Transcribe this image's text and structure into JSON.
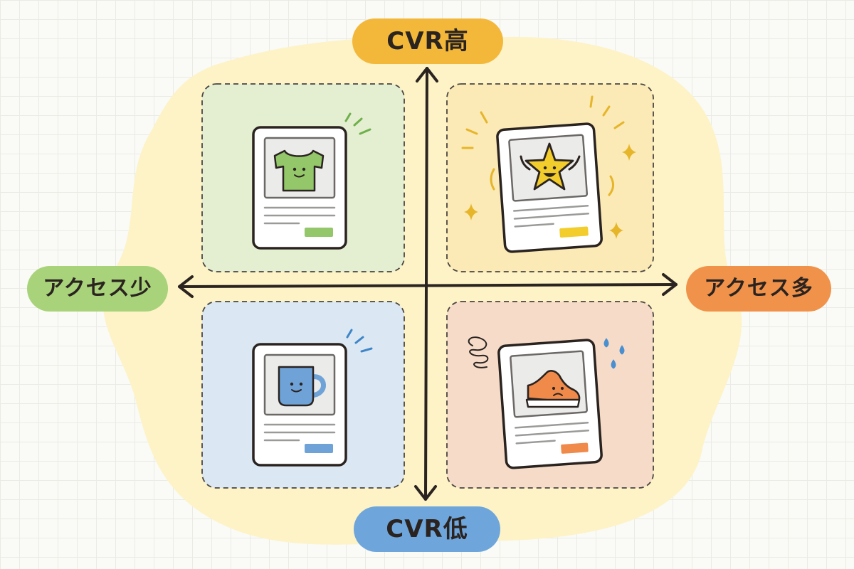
{
  "axes": {
    "top": {
      "label": "CVR高",
      "color": "#f3b83a"
    },
    "bottom": {
      "label": "CVR低",
      "color": "#6ea6dc"
    },
    "left": {
      "label": "アクセス少",
      "color": "#a8d37a"
    },
    "right": {
      "label": "アクセス多",
      "color": "#f0924a"
    }
  },
  "quadrants": [
    {
      "key": "top-left",
      "product": "t-shirt",
      "mood": "smile",
      "fill": "#e4efd2",
      "image_color": "#93c76a",
      "button_color": "#93c76a",
      "accent_color": "#6fb04a"
    },
    {
      "key": "top-right",
      "product": "star",
      "mood": "cheer",
      "fill": "#fbeab5",
      "image_color": "#f2cd2c",
      "button_color": "#f2cd2c",
      "accent_color": "#e6b52a"
    },
    {
      "key": "bottom-left",
      "product": "mug",
      "mood": "smile",
      "fill": "#dbe7f2",
      "image_color": "#6fa3d8",
      "button_color": "#6fa3d8",
      "accent_color": "#3f86c8"
    },
    {
      "key": "bottom-right",
      "product": "sneaker",
      "mood": "worried",
      "fill": "#f6dcc8",
      "image_color": "#f08a4a",
      "button_color": "#f08a4a",
      "accent_color": "#4a8fd0"
    }
  ],
  "colors": {
    "background_blob": "#fdf3c6",
    "ink": "#2a2320",
    "card": "#ffffff",
    "card_image_bg": "#ebebea",
    "text_line": "#9a9a98"
  }
}
